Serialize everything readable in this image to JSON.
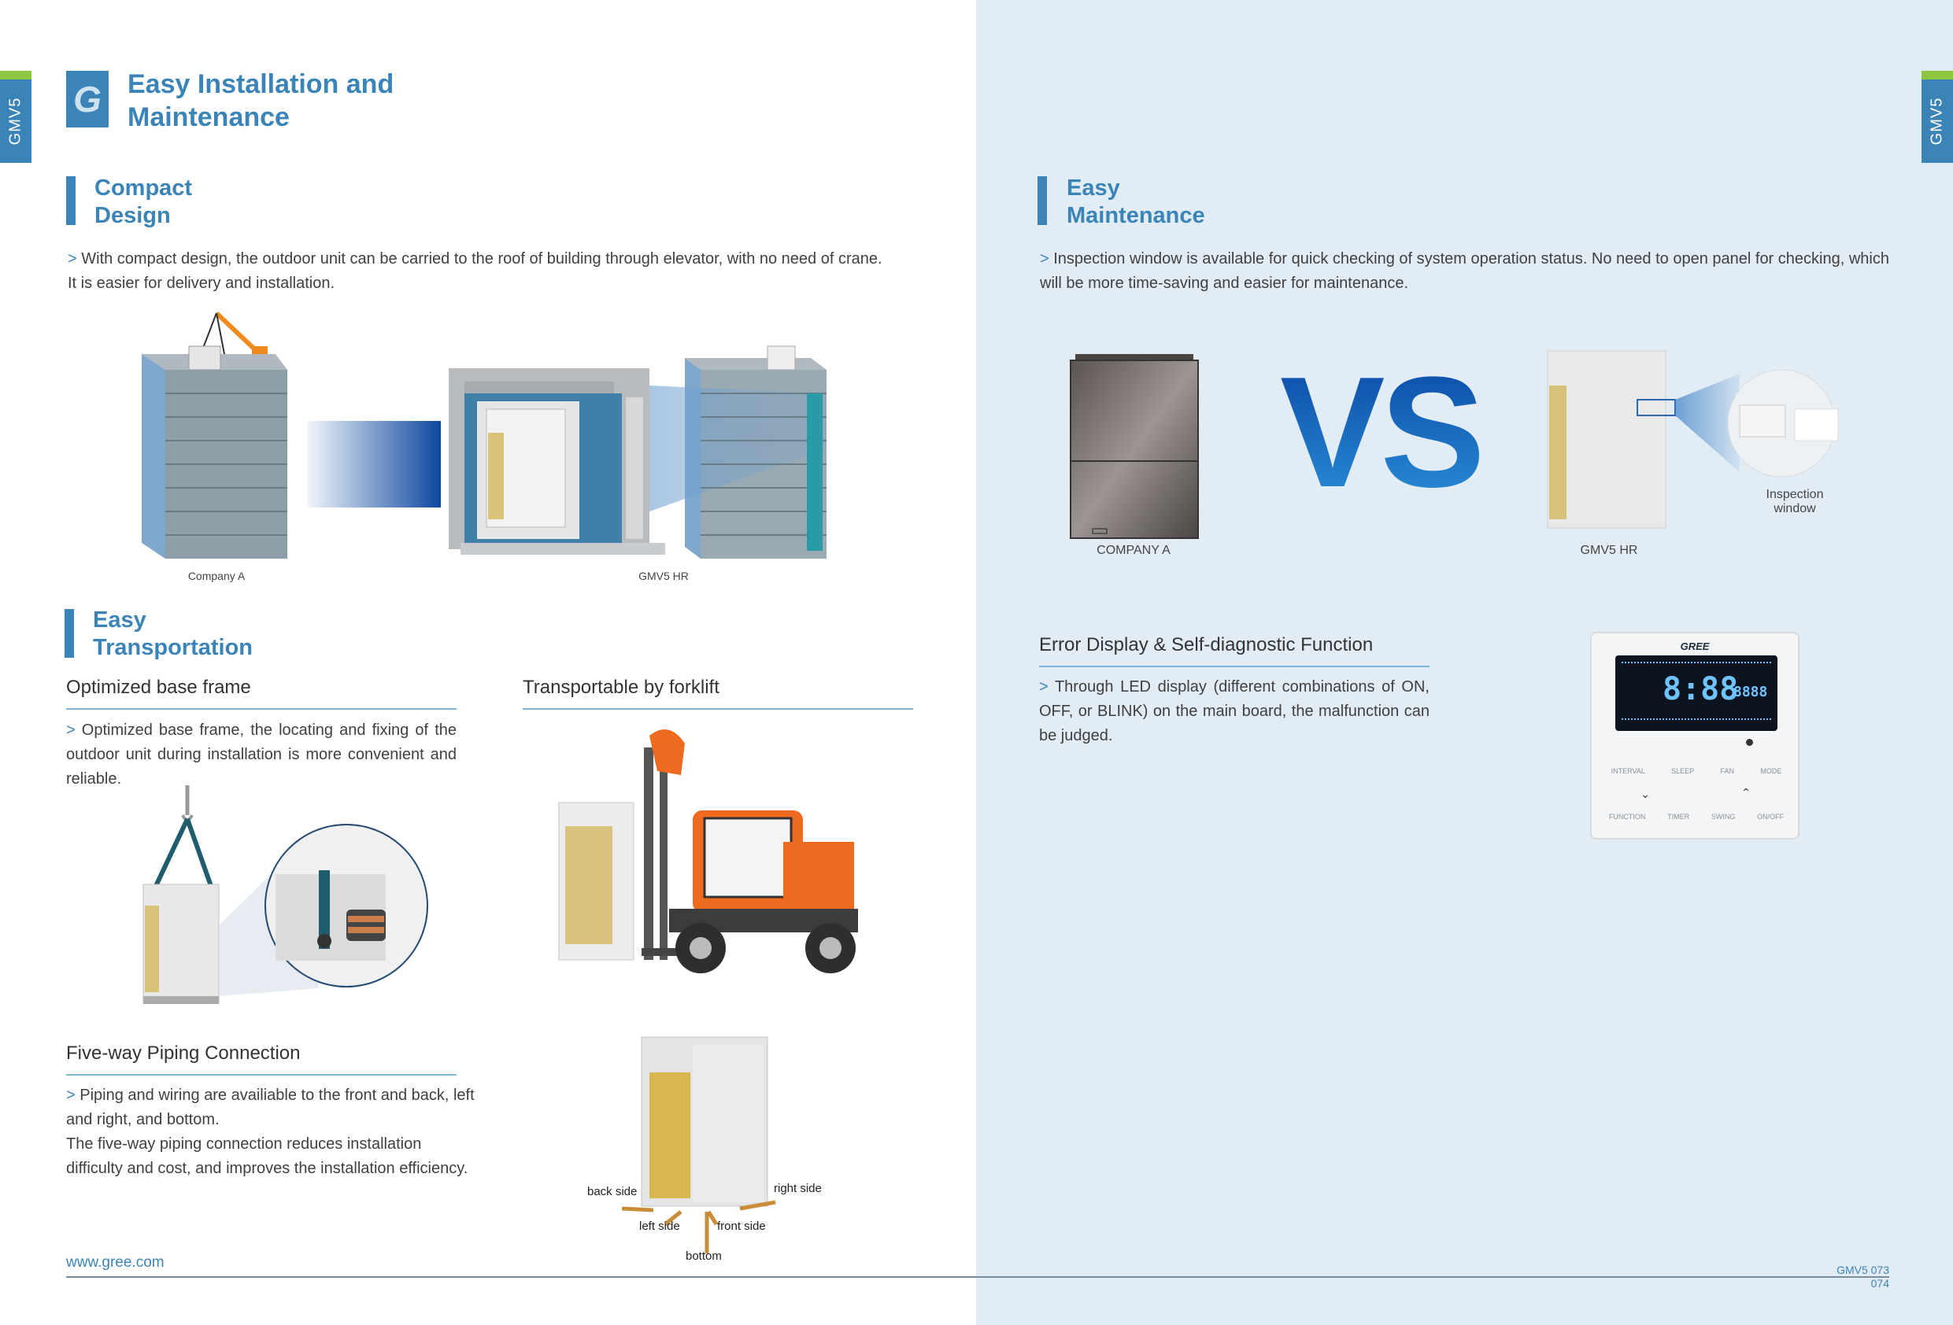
{
  "side_tab_label": "GMV5",
  "logo_letter": "G",
  "title_line1": "Easy Installation and",
  "title_line2": "Maintenance",
  "compact": {
    "title_line1": "Compact",
    "title_line2": "Design",
    "text_line1": "With compact design, the outdoor unit can be carried to the roof of building through elevator, with no need of crane.",
    "text_line2": "It is easier for delivery and installation.",
    "caption_a": "Company A",
    "caption_b": "GMV5 HR"
  },
  "transport": {
    "title_line1": "Easy",
    "title_line2": "Transportation",
    "base_frame_title": "Optimized base frame",
    "base_frame_text": "Optimized base frame, the locating and fixing of the outdoor unit during installation is more convenient and reliable.",
    "forklift_title": "Transportable by forklift"
  },
  "piping": {
    "title": "Five-way Piping Connection",
    "text_line1": "Piping and wiring are availiable to the front and back, left and right, and bottom.",
    "text_line2": "The five-way piping connection reduces installation difficulty and cost, and improves the installation efficiency.",
    "labels": {
      "back": "back side",
      "right": "right side",
      "left": "left side",
      "front": "front side",
      "bottom": "bottom"
    }
  },
  "maintenance": {
    "title_line1": "Easy",
    "title_line2": "Maintenance",
    "text": "Inspection window is available for quick checking of system operation status. No need to open panel for checking, which will be more time-saving and easier for maintenance.",
    "vs": "VS",
    "caption_a": "COMPANY A",
    "caption_b": "GMV5 HR",
    "inspection_line1": "Inspection",
    "inspection_line2": "window"
  },
  "error": {
    "title": "Error Display & Self-diagnostic Function",
    "text": "Through LED display (different combinations of ON, OFF, or BLINK) on the main board, the malfunction can be judged.",
    "panel_brand": "GREE",
    "panel_digits": "8:88",
    "panel_digits2": "8888",
    "panel_buttons": [
      "INTERVAL",
      "SLEEP",
      "FAN",
      "MODE",
      "FUNCTION",
      "TIMER",
      "SWING",
      "ON/OFF"
    ]
  },
  "bullet": ">",
  "footer": {
    "url": "www.gree.com",
    "page_line1": "GMV5 073",
    "page_line2": "074"
  },
  "colors": {
    "brand_blue": "#3b84b8",
    "accent_green": "#8dc63f",
    "panel_bg": "#e2ecf5"
  }
}
